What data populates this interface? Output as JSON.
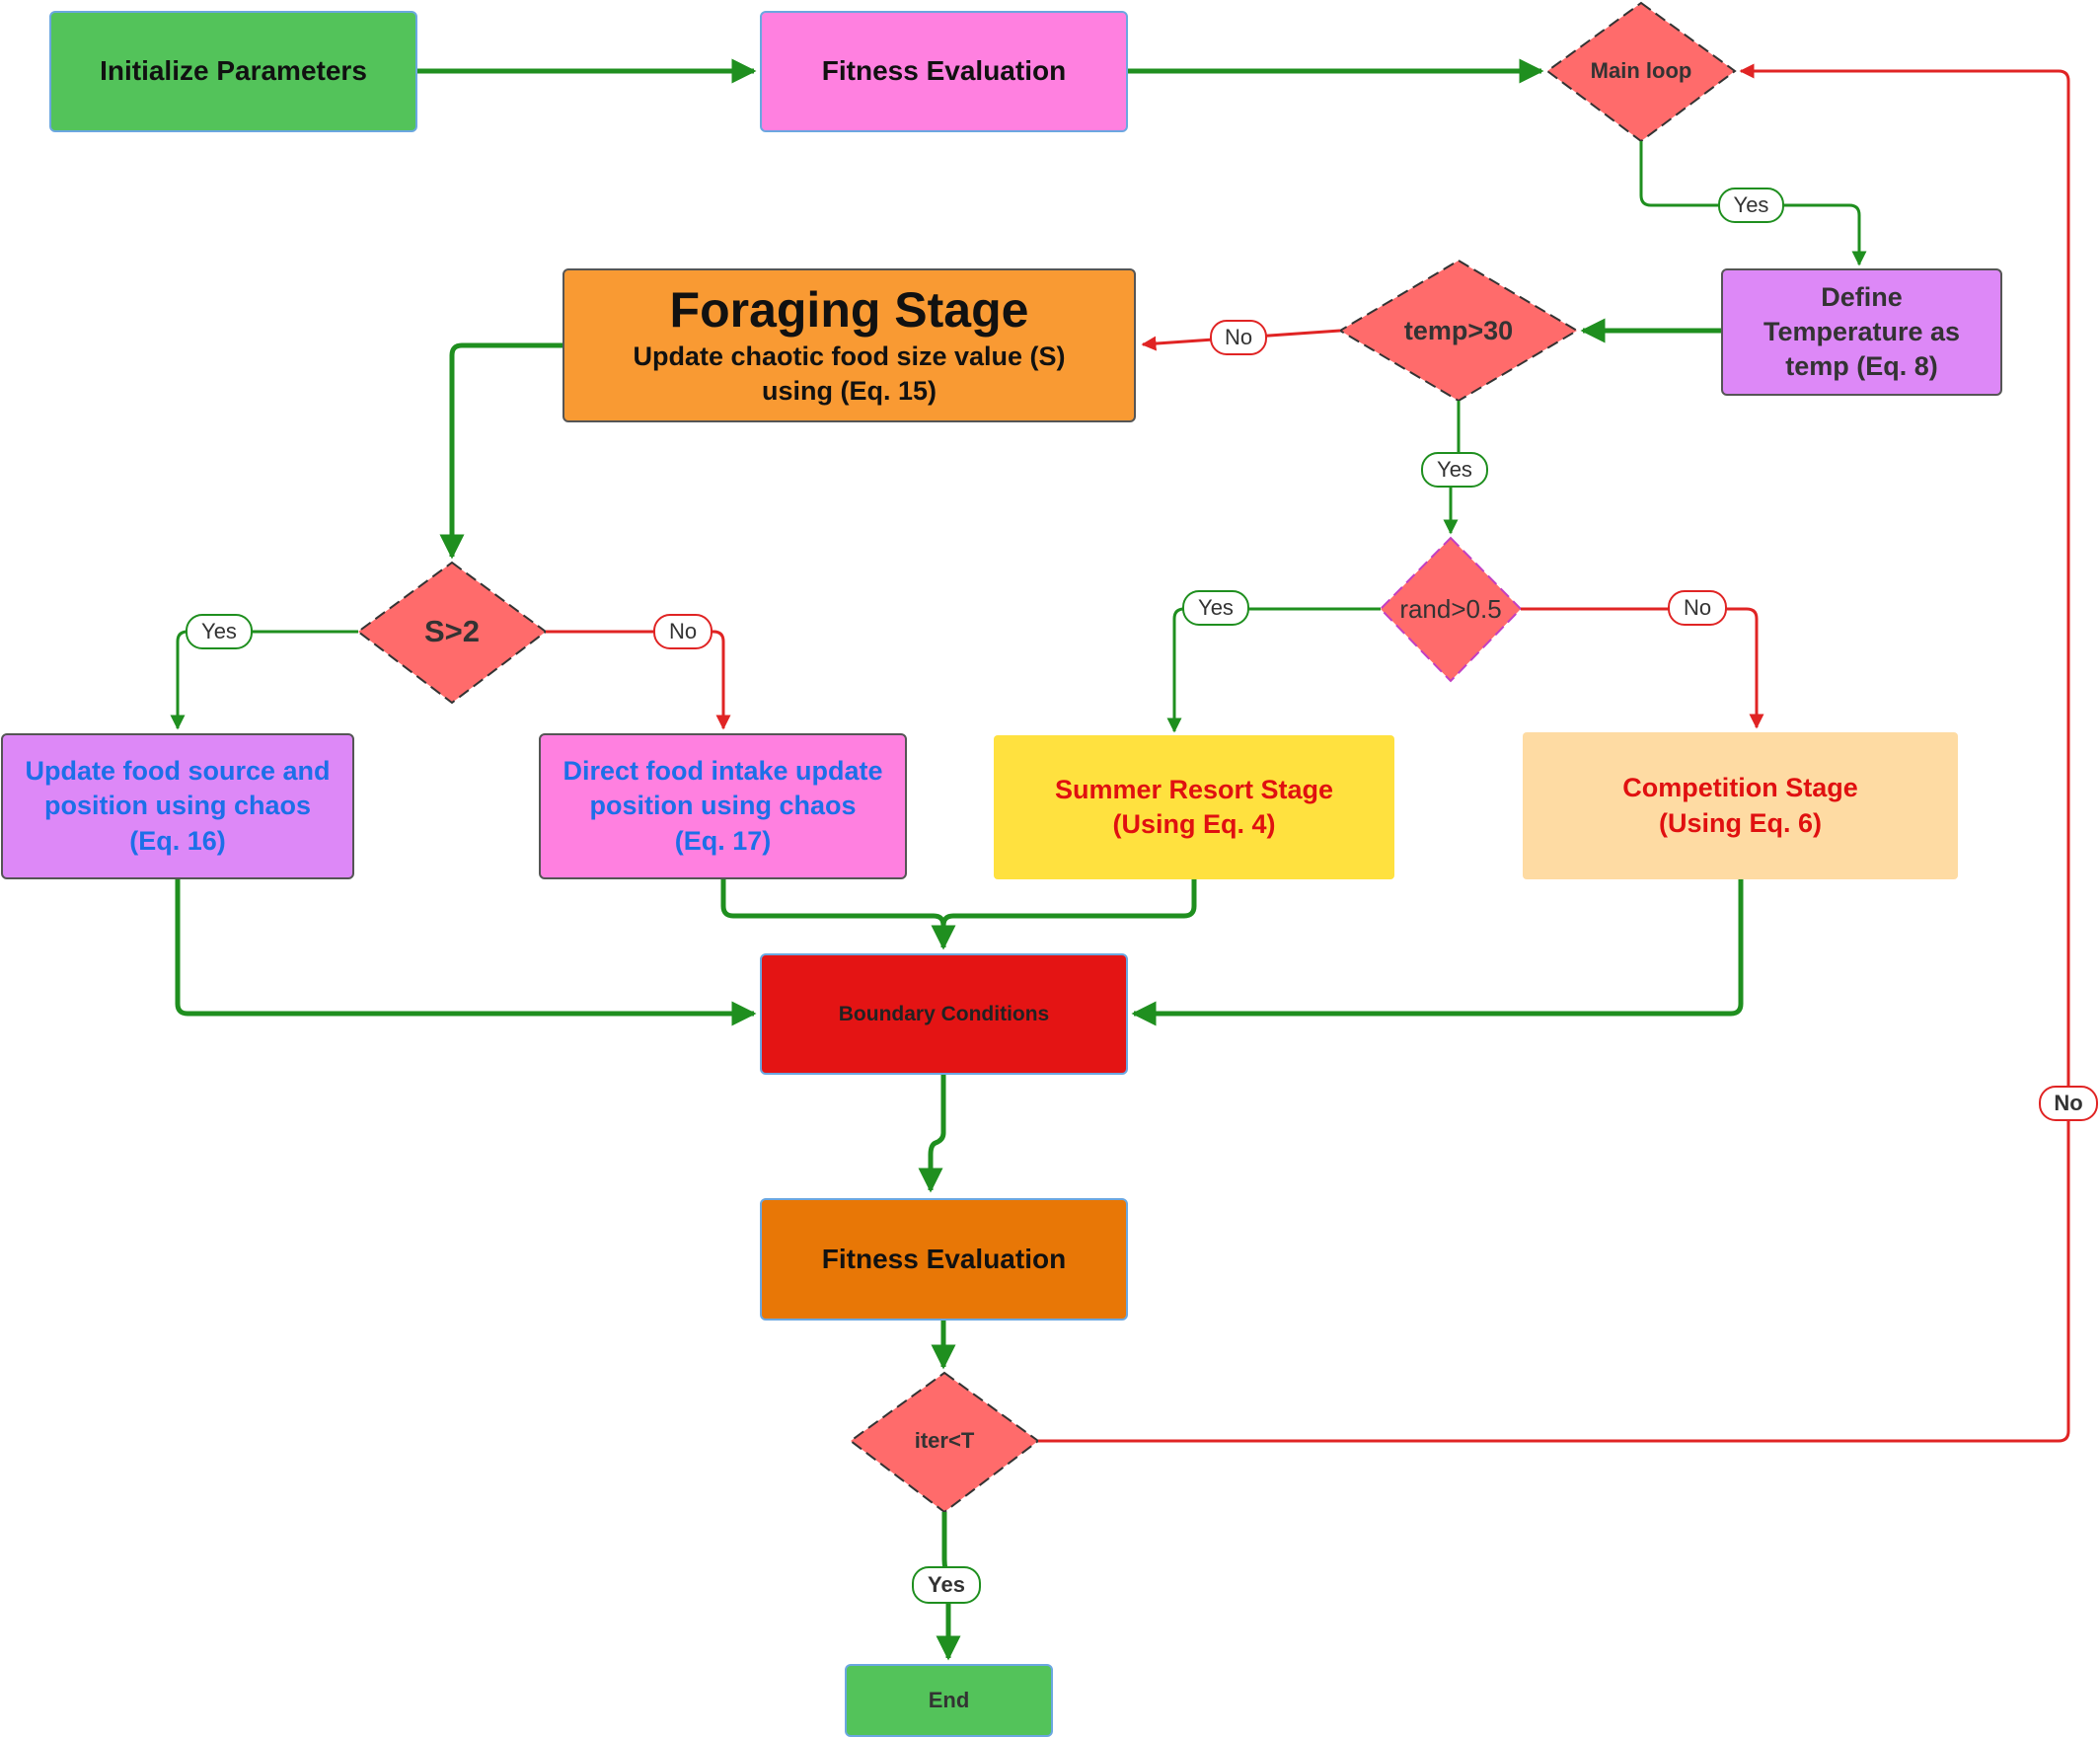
{
  "nodes": {
    "init": "Initialize Parameters",
    "fitness_top": "Fitness Evaluation",
    "main_loop": "Main loop",
    "define_temp": [
      "Define",
      "Temperature as",
      "temp (Eq. 8)"
    ],
    "temp_cond": "temp>30",
    "foraging_title": "Foraging Stage",
    "foraging_desc": [
      "Update chaotic food size value (S)",
      "using (Eq. 15)"
    ],
    "s_cond": "S>2",
    "rand_cond": "rand>0.5",
    "update_food": [
      "Update food source and",
      "position using chaos",
      "(Eq. 16)"
    ],
    "direct_food": [
      "Direct food intake update",
      "position using chaos",
      "(Eq. 17)"
    ],
    "summer": [
      "Summer Resort Stage",
      "(Using Eq. 4)"
    ],
    "competition": [
      "Competition Stage",
      "(Using Eq. 6)"
    ],
    "boundary": "Boundary Conditions",
    "fitness_bottom": "Fitness Evaluation",
    "iter_cond": "iter<T",
    "end": "End"
  },
  "edge_labels": {
    "main_yes": "Yes",
    "temp_no": "No",
    "temp_yes": "Yes",
    "s_yes": "Yes",
    "s_no": "No",
    "rand_yes": "Yes",
    "rand_no": "No",
    "iter_no": "No",
    "iter_yes": "Yes"
  },
  "colors": {
    "green_box": "#53c35a",
    "pink_box": "#ff80e0",
    "diamond": "#ff6b6b",
    "purple_box": "#dd88f7",
    "orange_box": "#f99a33",
    "yellow_box": "#ffe13f",
    "peach_box": "#fedba3",
    "red_box": "#e41414",
    "dark_orange_box": "#e87706",
    "green_arrow": "#1f8f1f",
    "red_arrow": "#e02424",
    "blue_text": "#1d6fe8",
    "red_text": "#e01010"
  }
}
